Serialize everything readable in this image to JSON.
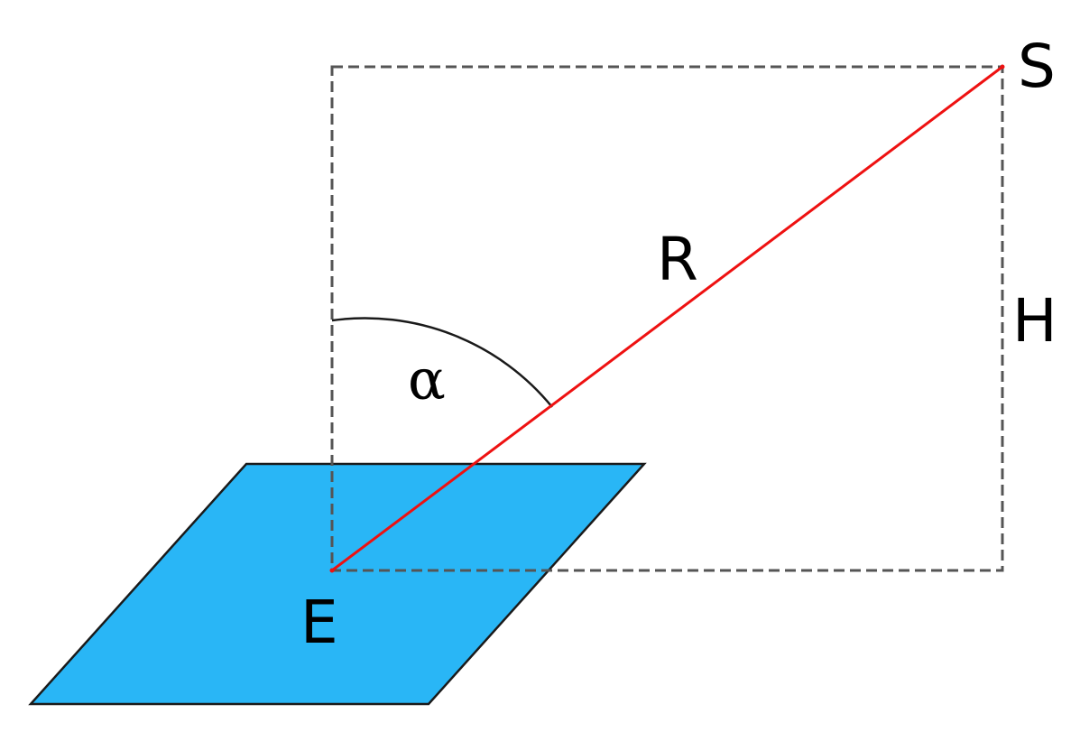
{
  "labels": {
    "source": "S",
    "observer": "E",
    "distance": "R",
    "height": "H",
    "angle": "α"
  },
  "colors": {
    "plane_fill": "#29b6f6",
    "plane_stroke": "#1a1a1a",
    "line_of_sight": "#ee1111",
    "dashed_box": "#555555",
    "arc": "#1a1a1a",
    "text": "#000000",
    "background": "#ffffff"
  }
}
